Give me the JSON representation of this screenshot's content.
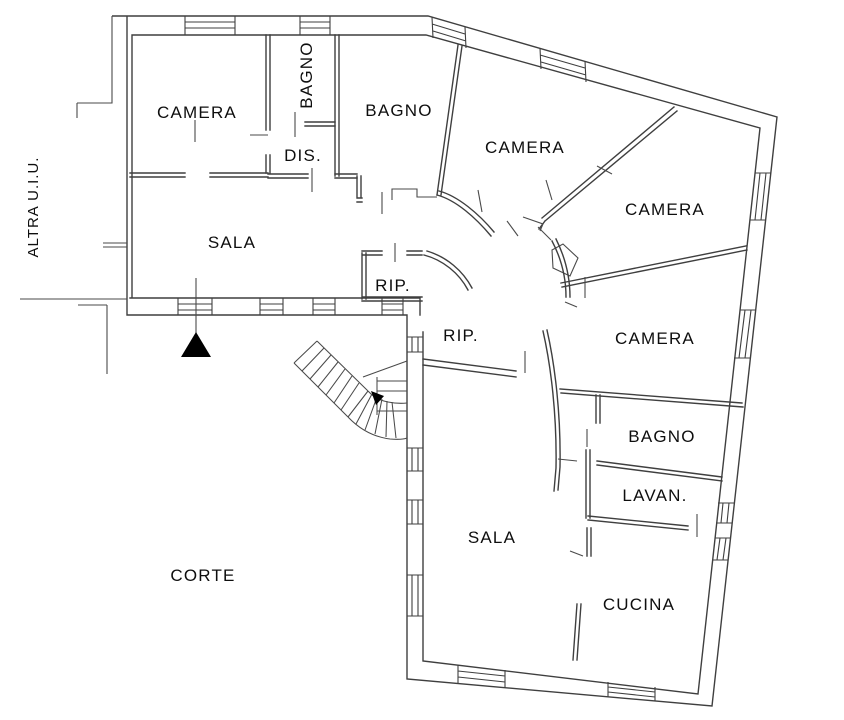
{
  "colors": {
    "background": "#ffffff",
    "wall": "#3f3f3f",
    "thin_line": "#4a4a4a",
    "text": "#0e0e0e",
    "marker": "#000000"
  },
  "plan": {
    "type": "floor-plan",
    "labels": {
      "camera_nw": "CAMERA",
      "bagno_strip": "BAGNO",
      "dis": "DIS.",
      "bagno_top": "BAGNO",
      "camera_top": "CAMERA",
      "camera_ne": "CAMERA",
      "sala_nw": "SALA",
      "rip_small": "RIP.",
      "rip_large": "RIP.",
      "camera_e": "CAMERA",
      "bagno_e": "BAGNO",
      "lavan": "LAVAN.",
      "sala_s": "SALA",
      "cucina": "CUCINA",
      "corte": "CORTE",
      "altra_uiu": "ALTRA U.I.U."
    }
  }
}
